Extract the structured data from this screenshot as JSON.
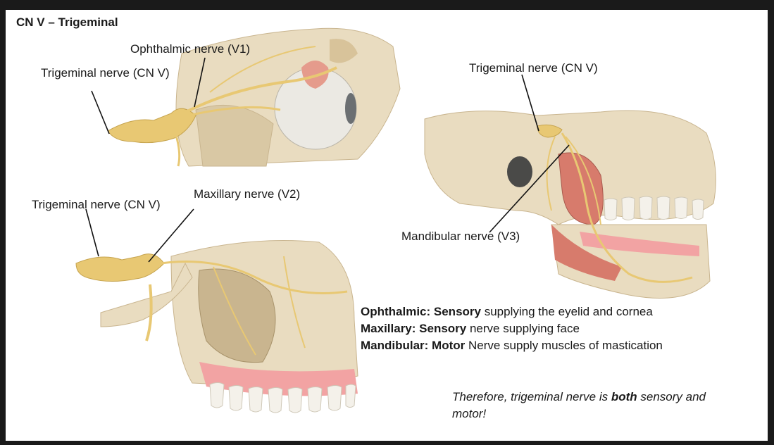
{
  "title": "CN V – Trigeminal",
  "labels": {
    "ophthalmic_nerve": "Ophthalmic nerve (V1)",
    "trigeminal_nerve_1": "Trigeminal nerve (CN V)",
    "trigeminal_nerve_2": "Trigeminal nerve (CN V)",
    "trigeminal_nerve_3": "Trigeminal nerve (CN V)",
    "maxillary_nerve": "Maxillary nerve (V2)",
    "mandibular_nerve": "Mandibular nerve (V3)"
  },
  "notes": [
    {
      "bold": "Ophthalmic: Sensory",
      "rest": " supplying the eyelid and cornea"
    },
    {
      "bold": "Maxillary: Sensory",
      "rest": " nerve supplying face"
    },
    {
      "bold": "Mandibular: Motor",
      "rest": " Nerve supply muscles of mastication"
    }
  ],
  "conclusion": {
    "pre": "Therefore, trigeminal nerve is ",
    "bold": "both",
    "post": " sensory and motor!"
  },
  "colors": {
    "nerve": "#e8c873",
    "bone": "#e9dcc0",
    "bone_shade": "#c9b58f",
    "muscle": "#d77b6c",
    "gum": "#f2a3a3",
    "tooth": "#f4f1ea",
    "eye": "#ebe9e3",
    "gland": "#e59b8c"
  }
}
